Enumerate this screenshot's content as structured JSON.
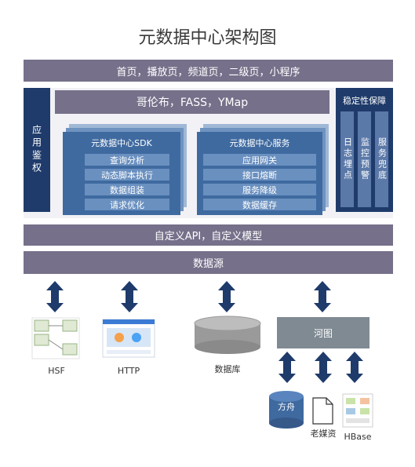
{
  "title": "元数据中心架构图",
  "top_bar": "首页，播放页，频道页，二级页，小程序",
  "auth": "应用鉴权",
  "gateway": "哥伦布，FASS，YMap",
  "sdk": {
    "title": "元数据中心SDK",
    "items": [
      "查询分析",
      "动态脚本执行",
      "数据组装",
      "请求优化"
    ]
  },
  "service": {
    "title": "元数据中心服务",
    "items": [
      "应用网关",
      "接口熔断",
      "服务降级",
      "数据缓存"
    ]
  },
  "stability": {
    "title": "稳定性保障",
    "items": [
      "日志埋点",
      "监控预警",
      "服务兜底"
    ]
  },
  "custom_bar": "自定义API，自定义模型",
  "datasource_bar": "数据源",
  "sources": {
    "hsf": "HSF",
    "http": "HTTP",
    "db": "数据库",
    "hetu": "河图",
    "fangzhou": "方舟",
    "laomeizi": "老媒资",
    "hbase": "HBase"
  },
  "colors": {
    "bar": "#76708a",
    "navy": "#1f3b6b",
    "stack_front": "#3f6aa0",
    "arrow": "#1f3b6b"
  }
}
